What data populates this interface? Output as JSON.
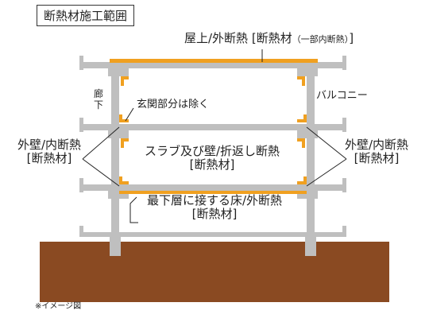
{
  "title": "断熱材施工範囲",
  "colors": {
    "insulation": "#f0a020",
    "structure": "#bfbfbf",
    "ground": "#8a4a22",
    "line": "#222222"
  },
  "labels": {
    "roof": "屋上/外断熱 [断熱材",
    "roof_note": "（一部内断熱）",
    "roof_close": "]",
    "corridor": "廊下",
    "balcony": "バルコニー",
    "entrance": "玄関部分は除く",
    "slab_line1": "スラブ及び壁/折返し断熱",
    "slab_line2": "[断熱材]",
    "left_wall_line1": "外壁/内断熱",
    "left_wall_line2": "[断熱材]",
    "right_wall_line1": "外壁/内断熱",
    "right_wall_line2": "[断熱材]",
    "floor_line1": "最下層に接する床/外断熱",
    "floor_line2": "[断熱材]",
    "note": "※イメージ図"
  }
}
